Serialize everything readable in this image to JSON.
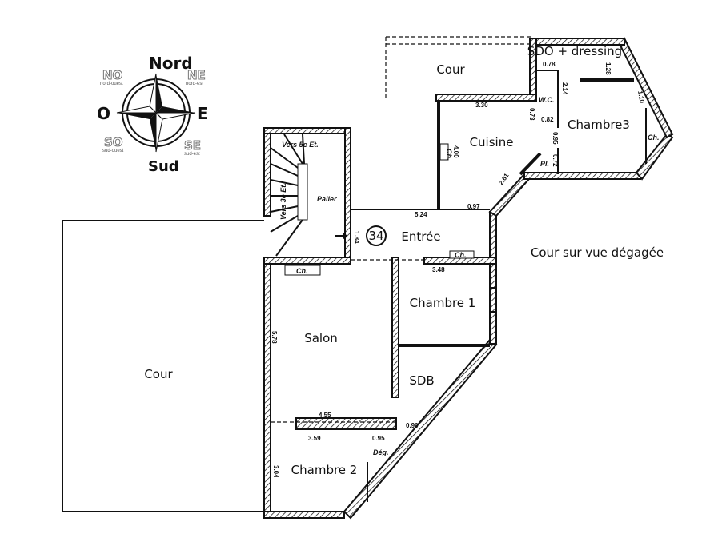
{
  "compass": {
    "north": "Nord",
    "south": "Sud",
    "east": "E",
    "west": "O",
    "ne": "NE",
    "ne_sub": "nord-est",
    "no": "NO",
    "no_sub": "nord-ouest",
    "se": "SE",
    "se_sub": "sud-est",
    "so": "SO",
    "so_sub": "sud-ouest"
  },
  "rooms": {
    "cour_top": "Cour",
    "sdo": "SDO + dressing",
    "chambre3": "Chambre3",
    "cuisine": "Cuisine",
    "entree": "Entrée",
    "apt_number": "34",
    "cour_view": "Cour sur vue dégagée",
    "chambre1": "Chambre 1",
    "salon": "Salon",
    "sdb": "SDB",
    "cour_left": "Cour",
    "chambre2": "Chambre 2",
    "deg": "Dég.",
    "palier": "Paller",
    "wc": "W.C.",
    "pl": "Pl.",
    "ch": "Ch.",
    "vers5": "Vers 5e Et.",
    "vers3": "Vers 3e Et."
  },
  "dimensions": {
    "d330": "3.30",
    "d078": "0.78",
    "d128": "1.28",
    "d110": "1.10",
    "d214": "2.14",
    "d073": "0.73",
    "d082": "0.82",
    "d095a": "0.95",
    "d072": "0.72",
    "d261": "2.61",
    "d097": "0.97",
    "d524": "5.24",
    "d400": "4.00",
    "d184": "1.84",
    "d348": "3.48",
    "d578": "5.78",
    "d455": "4.55",
    "d359": "3.59",
    "d095b": "0.95",
    "d090": "0.90",
    "d304": "3.04"
  }
}
